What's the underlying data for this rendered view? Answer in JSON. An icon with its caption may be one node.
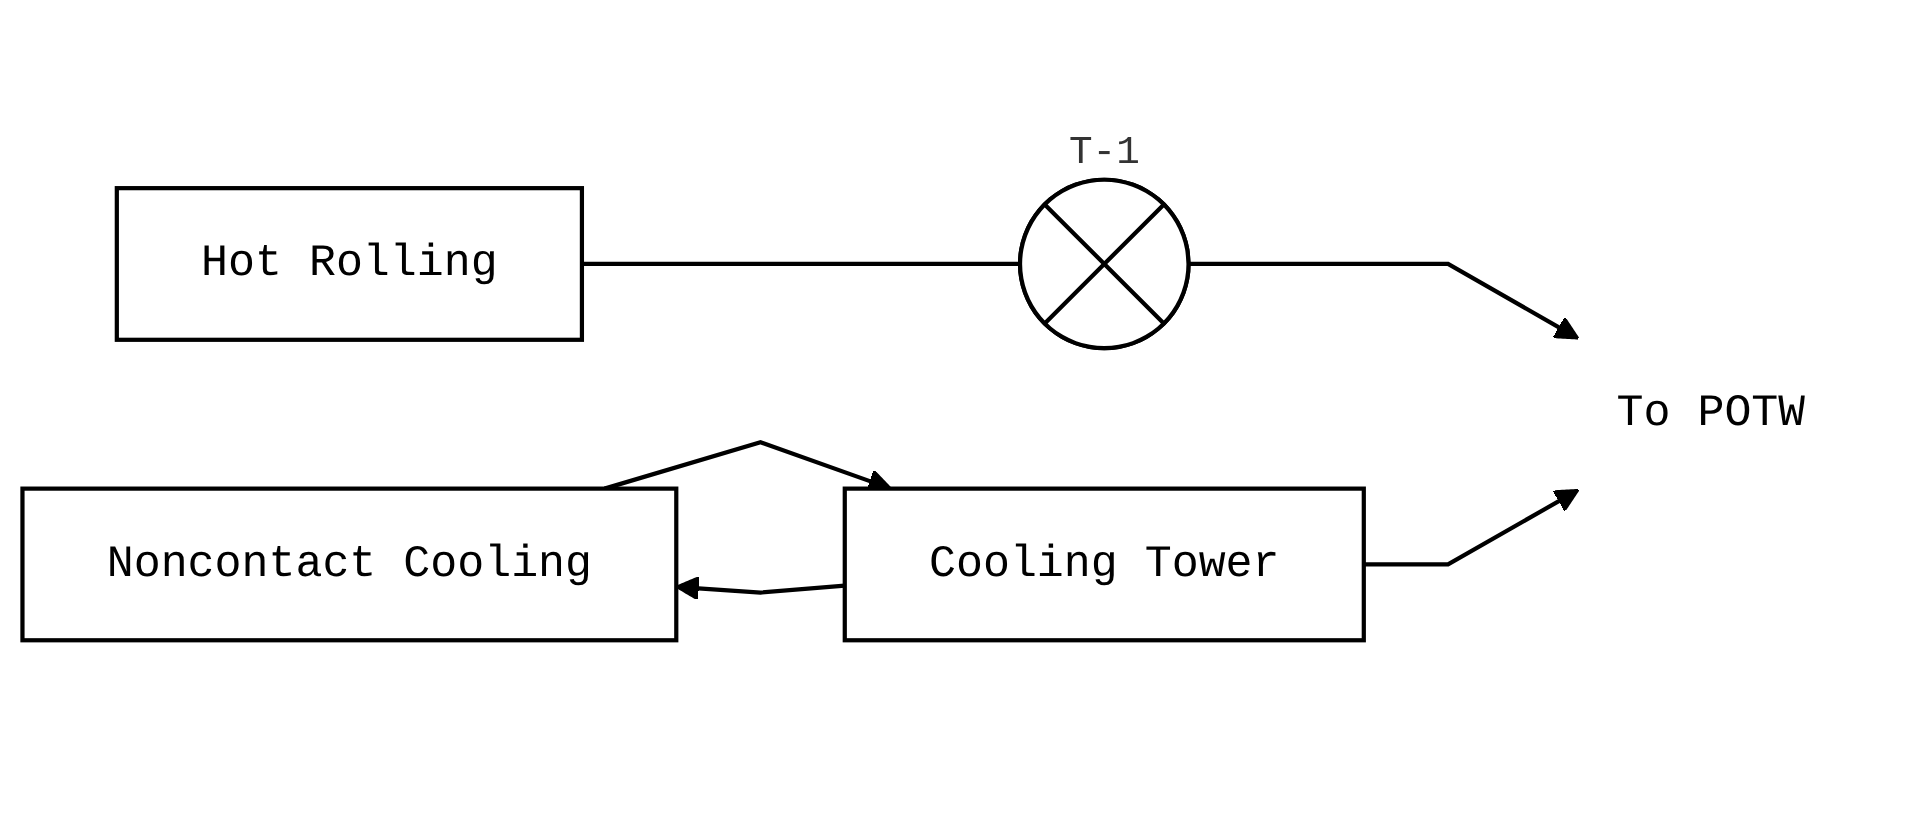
{
  "diagram": {
    "nodes": [
      {
        "text": [
          "Hot Rolling"
        ]
      },
      {
        "text": [],
        "shape": "circle",
        "beside": [
          "T-1"
        ]
      },
      {
        "text": [
          "To POTW"
        ]
      },
      {
        "text": [
          "Noncontact Cooling"
        ]
      },
      {
        "text": [
          "Cooling Tower"
        ]
      }
    ],
    "edges": [
      {
        "from": 0,
        "to": 1,
        "arrow": "none"
      },
      {
        "from": 1,
        "to": 2,
        "arrow": "to"
      },
      {
        "from": 4,
        "to": 2,
        "arrow": "to"
      },
      {
        "from": 3,
        "to": 4,
        "arrow": "to"
      },
      {
        "from": 4,
        "to": 3,
        "arrow": "to"
      }
    ]
  }
}
